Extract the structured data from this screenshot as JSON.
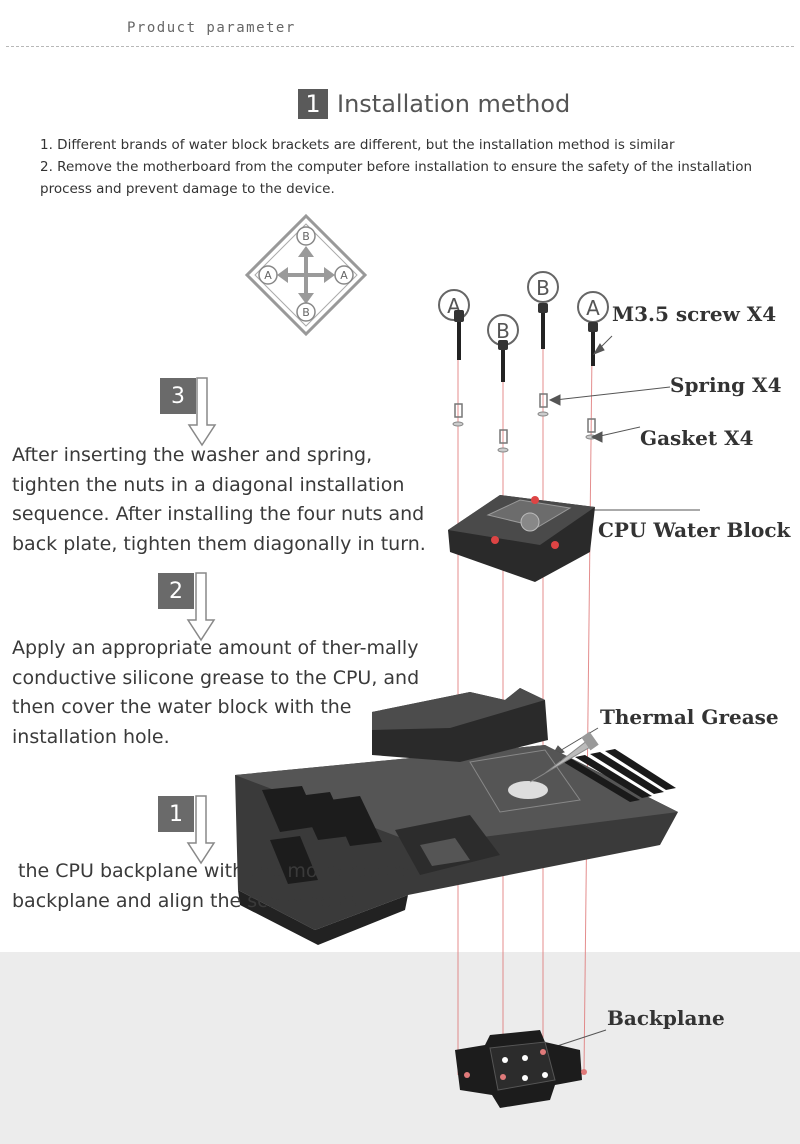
{
  "header": {
    "label": "Product parameter"
  },
  "section": {
    "number": "1",
    "title": "Installation method"
  },
  "notes": [
    "1. Different brands of water block brackets are different, but the installation method is similar",
    "2. Remove the motherboard from the computer before installation to ensure the safety of the installation process and prevent damage to the device."
  ],
  "steps": [
    {
      "number": "3",
      "text": "After inserting the washer and spring, tighten the nuts in a diagonal installation sequence. After installing the four nuts and back plate, tighten them diagonally in turn."
    },
    {
      "number": "2",
      "text": "Apply an appropriate amount of ther-mally conductive silicone grease to the CPU, and then cover the water block with the installation hole."
    },
    {
      "number": "1",
      "text": " the CPU backplane with the motherboard backplane and align the screw holes."
    }
  ],
  "parts": {
    "screw": "M3.5 screw X4",
    "spring": "Spring X4",
    "gasket": "Gasket X4",
    "water_block": "CPU Water Block",
    "grease": "Thermal Grease",
    "backplane": "Backplane"
  },
  "diagram": {
    "letter_a": "A",
    "letter_b": "B"
  },
  "colors": {
    "badge": "#6a6a6a",
    "guide_line": "#e07a7a",
    "band": "#ececec"
  }
}
